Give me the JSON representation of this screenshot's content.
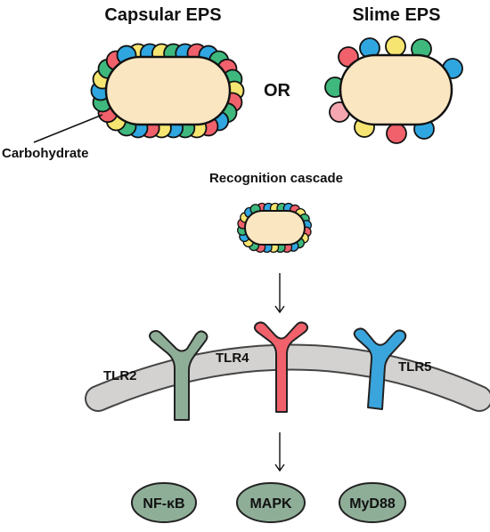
{
  "titles": {
    "capsular": "Capsular EPS",
    "slime": "Slime EPS",
    "or": "OR",
    "carbohydrate": "Carbohydrate",
    "cascade": "Recognition cascade"
  },
  "receptors": {
    "tlr2": "TLR2",
    "tlr4": "TLR4",
    "tlr5": "TLR5"
  },
  "outputs": [
    "NF-κB",
    "MAPK",
    "MyD88"
  ],
  "colors": {
    "cell_fill": "#fbe6c2",
    "outline": "#111111",
    "bead_red": "#f0616b",
    "bead_blue": "#2fa6e0",
    "bead_green": "#3fb87d",
    "bead_yellow": "#f7e572",
    "bead_pink": "#f4a7b0",
    "membrane": "#d4d2d0",
    "tlr2": "#8fae98",
    "tlr4": "#f0616b",
    "tlr5": "#3aa5dd",
    "node_fill": "#8fae98"
  },
  "icons": {
    "arrow_down_1": "arrow-down-icon",
    "arrow_down_2": "arrow-down-icon"
  }
}
